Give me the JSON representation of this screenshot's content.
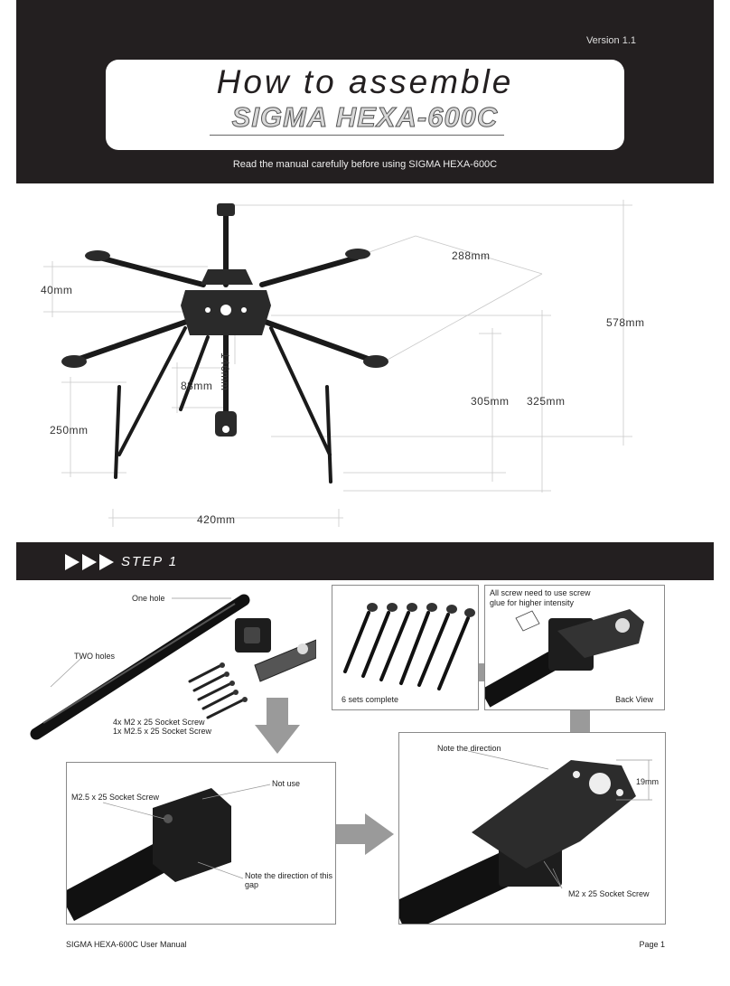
{
  "header": {
    "version": "Version 1.1",
    "title_line1": "How to assemble",
    "title_line2": "SIGMA HEXA-600C",
    "subtitle": "Read the manual carefully before using SIGMA HEXA-600C"
  },
  "dimensions": {
    "d288": "288mm",
    "d40": "40mm",
    "d578": "578mm",
    "d146": "146mm",
    "d88": "88mm",
    "d305": "305mm",
    "d325": "325mm",
    "d250": "250mm",
    "d420": "420mm"
  },
  "step": {
    "title": "STEP 1"
  },
  "parts": {
    "one_hole": "One hole",
    "two_holes": "TWO holes",
    "screws_line1": "4x M2 x 25 Socket Screw",
    "screws_line2": "1x M2.5 x 25 Socket Screw"
  },
  "panels": {
    "sets_complete": "6 sets complete",
    "glue_line1": "All screw need to use screw",
    "glue_line2": "glue for higher intensity",
    "back_view": "Back View",
    "m25_screw": "M2.5 x 25 Socket Screw",
    "not_use": "Not use",
    "gap_note": "Note the direction of this gap",
    "direction_note": "Note the direction",
    "d19": "19mm",
    "m2_screw": "M2 x 25 Socket Screw"
  },
  "footer": {
    "manual": "SIGMA HEXA-600C User Manual",
    "page": "Page 1"
  }
}
